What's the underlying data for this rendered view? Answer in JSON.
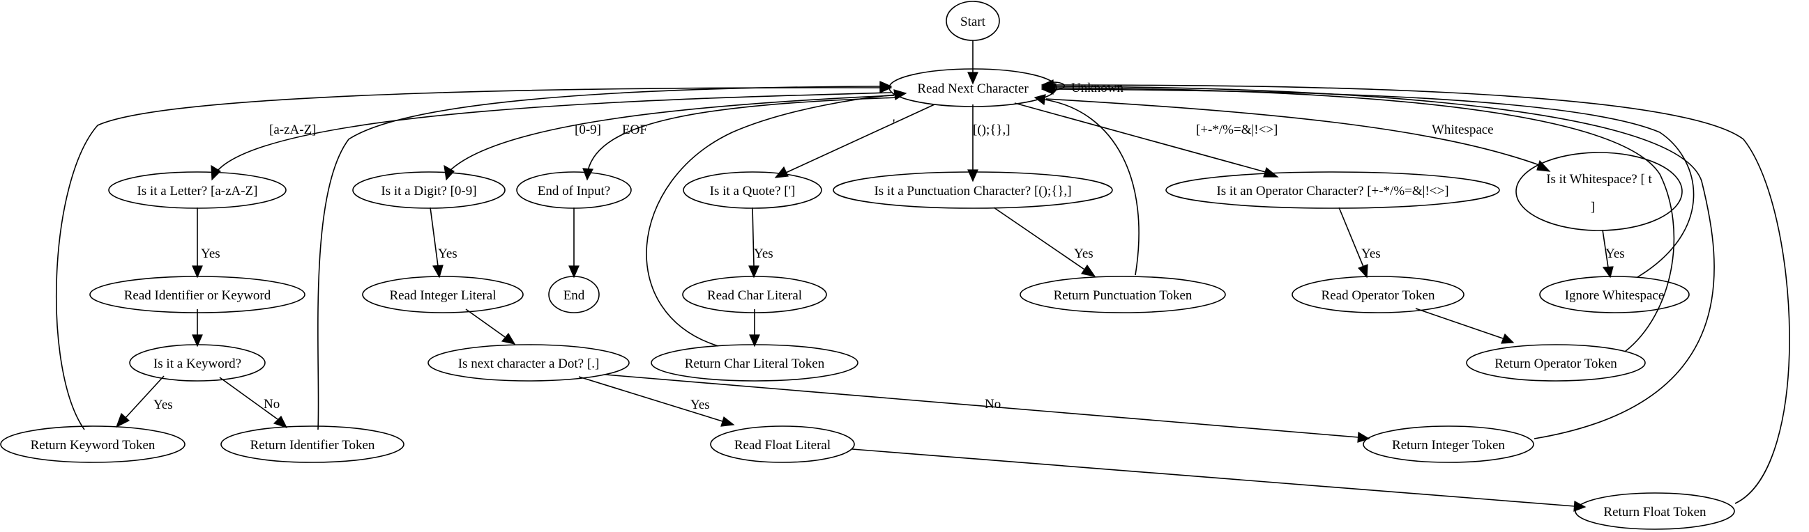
{
  "nodes": {
    "start": "Start",
    "read_next": "Read Next Character",
    "is_letter": "Is it a Letter? [a-zA-Z]",
    "is_digit": "Is it a Digit? [0-9]",
    "end_input": "End of Input?",
    "is_quote": "Is it a Quote? [']",
    "is_punct": "Is it a Punctuation Character? [();{},]",
    "is_operator": "Is it an Operator Character? [+-*/%=&|!<>]",
    "is_whitespace_l1": "Is it Whitespace? [ t",
    "is_whitespace_l2": "]",
    "read_ident": "Read Identifier or Keyword",
    "is_keyword": "Is it a Keyword?",
    "ret_keyword": "Return Keyword Token",
    "ret_ident": "Return Identifier Token",
    "read_int": "Read Integer Literal",
    "is_dot": "Is next character a Dot? [.]",
    "read_float": "Read Float Literal",
    "ret_float": "Return Float Token",
    "ret_int": "Return Integer Token",
    "end": "End",
    "read_char": "Read Char Literal",
    "ret_char": "Return Char Literal Token",
    "ret_punct": "Return Punctuation Token",
    "read_op": "Read Operator Token",
    "ret_op": "Return Operator Token",
    "ignore_ws": "Ignore Whitespace"
  },
  "edge_labels": {
    "unknown": "Unknown",
    "letter": "[a-zA-Z]",
    "digit": "[0-9]",
    "eof": "EOF",
    "quote": "'",
    "punct": "[();{},]",
    "operator": "[+-*/%=&|!<>]",
    "whitespace": "Whitespace",
    "yes_letter": "Yes",
    "yes_keyword": "Yes",
    "no_keyword": "No",
    "yes_digit": "Yes",
    "yes_dot": "Yes",
    "no_dot": "No",
    "yes_quote": "Yes",
    "yes_punct": "Yes",
    "yes_operator": "Yes",
    "yes_whitespace": "Yes"
  }
}
